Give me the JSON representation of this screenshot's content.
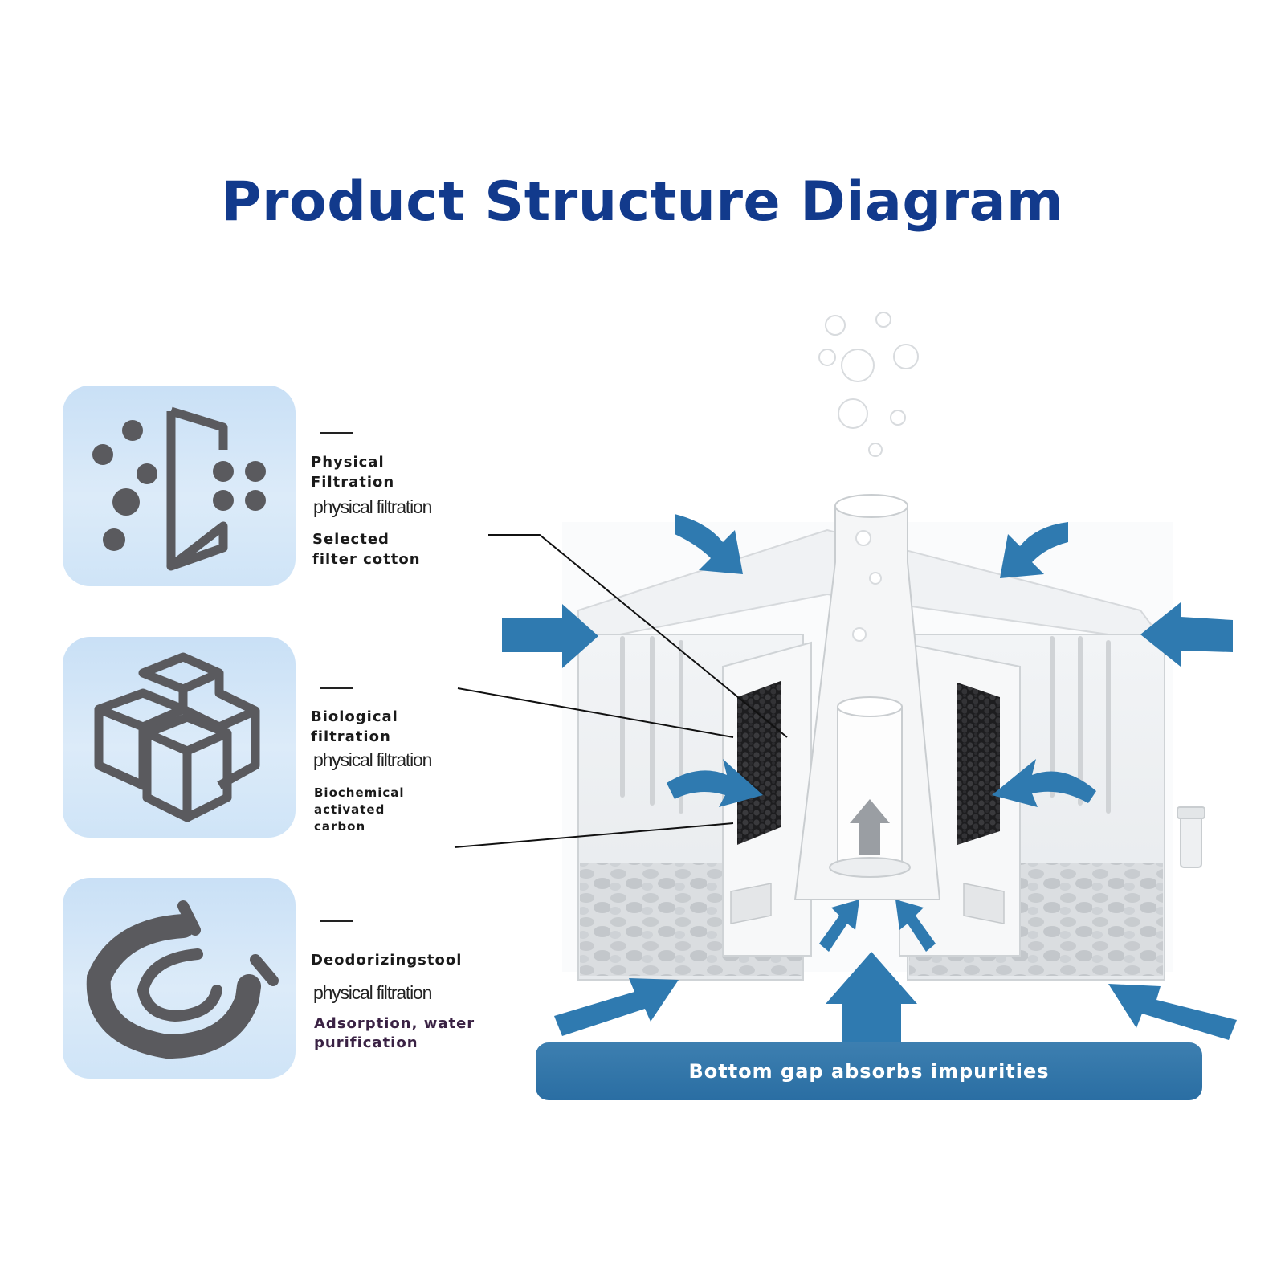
{
  "title": "Product Structure Diagram",
  "features": [
    {
      "icon": "filtration-dots-icon",
      "heading": "Physical\nFiltration",
      "subheading": "physical filtration",
      "detail": "Selected\nfilter cotton"
    },
    {
      "icon": "cubes-icon",
      "heading": "Biological\nfiltration",
      "subheading": "physical filtration",
      "detail": "Biochemical\nactivated\ncarbon"
    },
    {
      "icon": "magnet-icon",
      "heading": "Deodorizingstool",
      "subheading": "physical filtration",
      "detail": "Adsorption, water\npurification"
    }
  ],
  "banner": "Bottom gap absorbs impurities",
  "colors": {
    "title": "#123a8c",
    "card_bg": "#cfe4f7",
    "icon_gray": "#5a5a5e",
    "arrow_blue": "#2f7ab0",
    "banner_blue": "#2f72a6"
  }
}
